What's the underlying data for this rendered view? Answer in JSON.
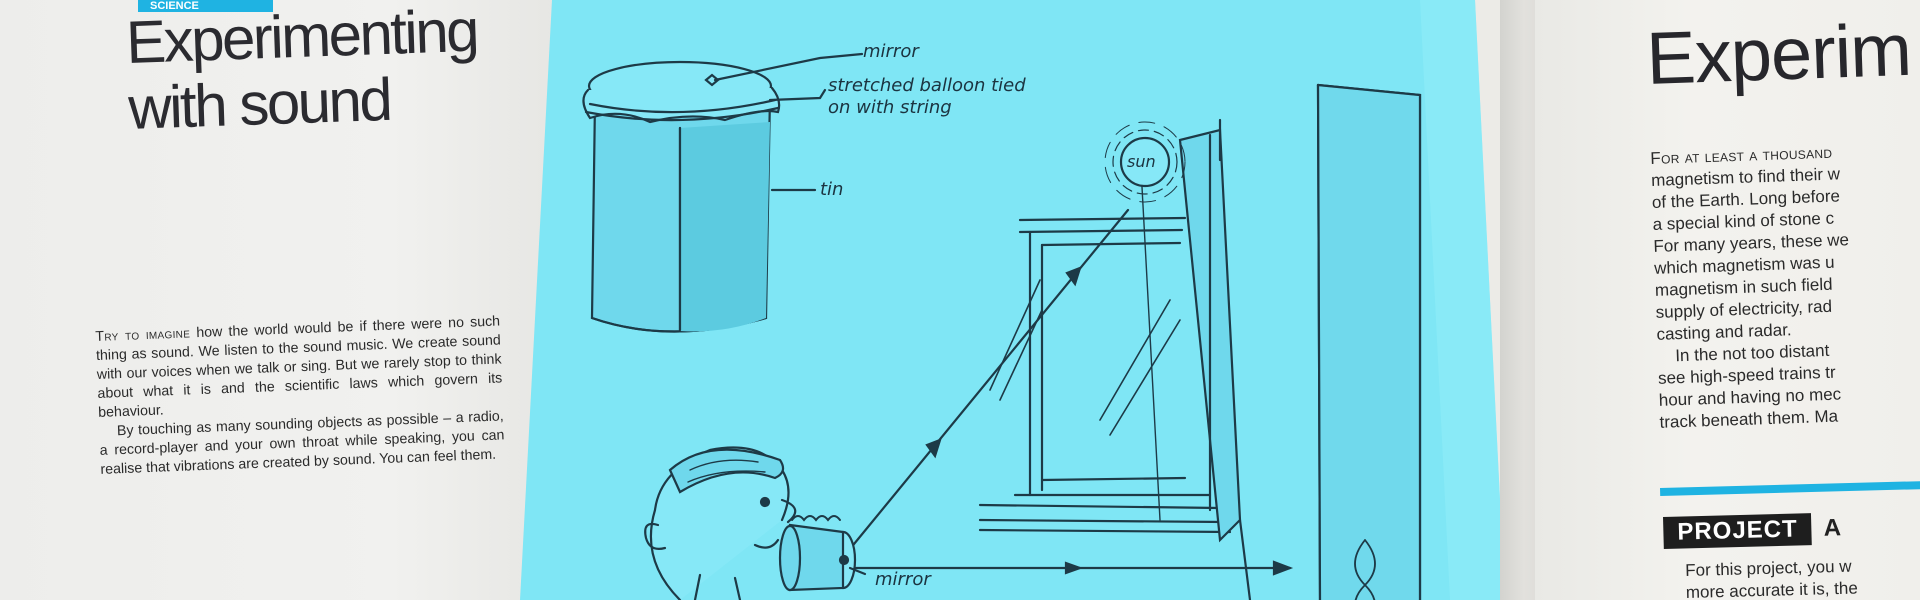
{
  "left_page": {
    "section_tab": "SCIENCE",
    "title_line1": "Experimenting",
    "title_line2": "with sound",
    "para1_lead": "Try to imagine",
    "para1_rest": " how the world would be if there were no such thing as sound. We listen to the sound music. We create sound with our voices when we talk or sing. But we rarely stop to think about what it is and the scientific laws which govern its behaviour.",
    "para2": "By touching as many sounding objects as possible – a radio, a record-player and your own throat while speaking, you can realise that vibrations are created by sound. You can feel them."
  },
  "illustration": {
    "background_color": "#7fe6f5",
    "label_mirror_top": "mirror",
    "label_balloon_line1": "stretched balloon tied",
    "label_balloon_line2": "on with string",
    "label_tin": "tin",
    "label_sun": "sun",
    "label_mirror_bottom": "mirror"
  },
  "right_page": {
    "title": "Experim",
    "lines": [
      "For at least a thousand",
      "magnetism to find their w",
      "of the Earth. Long before",
      "a special kind of stone c",
      "For many years, these we",
      "which magnetism was u",
      "magnetism in such field",
      "supply of electricity, rad",
      "casting and radar.",
      "In the not too distant",
      "see high-speed trains tr",
      "hour and having no mec",
      "track beneath them. Ma"
    ],
    "project_label": "PROJECT",
    "project_after": "A",
    "lines2": [
      "For this project, you w",
      "more accurate it is, the"
    ],
    "accent_color": "#1fb3e2"
  }
}
